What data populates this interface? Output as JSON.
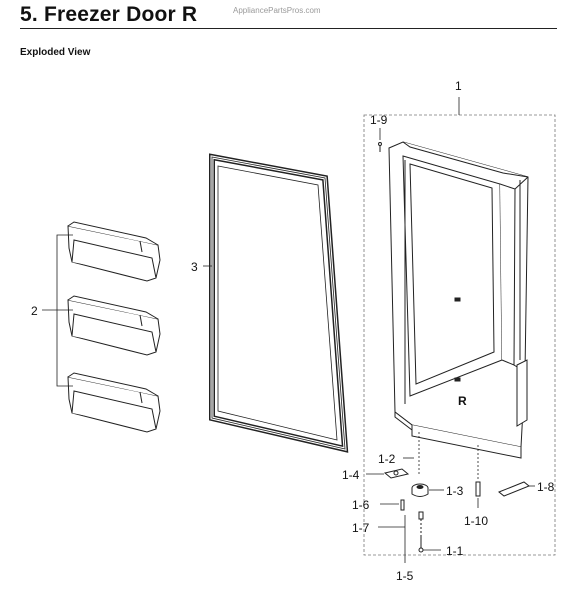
{
  "header": {
    "title": "5. Freezer Door R",
    "watermark": "AppliancePartsPros.com",
    "subtitle": "Exploded View"
  },
  "callouts": {
    "c1": "1",
    "c1_9": "1-9",
    "c2": "2",
    "c3": "3",
    "c1_2": "1-2",
    "c1_4": "1-4",
    "c1_3": "1-3",
    "c1_8": "1-8",
    "c1_6": "1-6",
    "c1_7": "1-7",
    "c1_10": "1-10",
    "c1_1": "1-1",
    "c1_5": "1-5"
  },
  "door_mark": "R"
}
